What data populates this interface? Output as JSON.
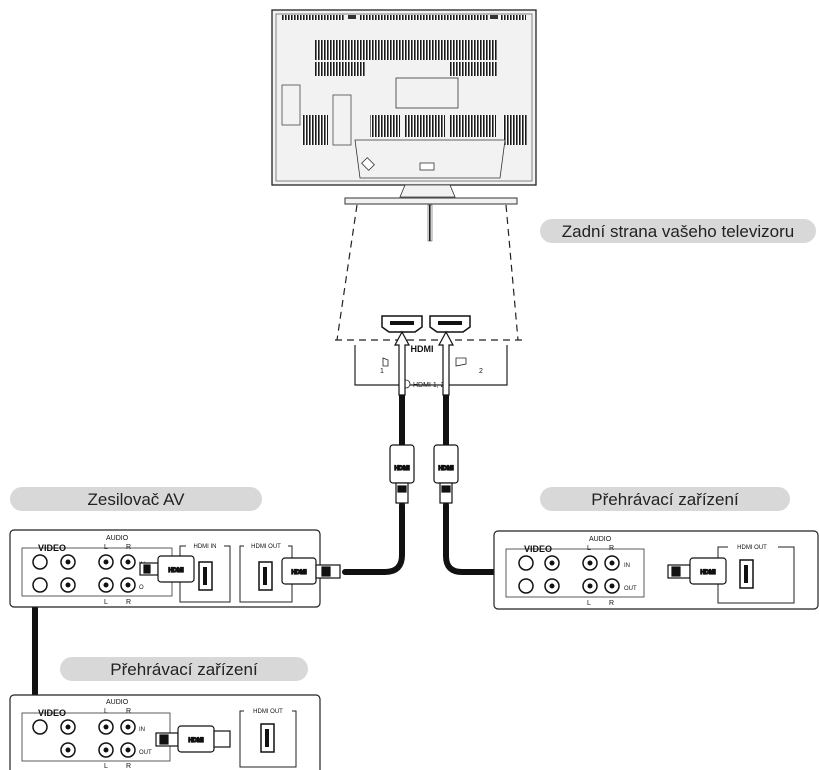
{
  "labels": {
    "tv_back": "Zadní strana vašeho televizoru",
    "av_amp": "Zesilovač AV",
    "player_right": "Přehrávací zařízení",
    "player_bottom": "Přehrávací zařízení"
  },
  "tv_panel": {
    "logo": "HDMI",
    "port1": "1",
    "port2": "2",
    "group_label": "HDMI 1, 2"
  },
  "device_panel": {
    "video": "VIDEO",
    "audio": "AUDIO",
    "l": "L",
    "r": "R",
    "in": "IN",
    "out": "OUT",
    "o": "O",
    "hdmi_in": "HDMI IN",
    "hdmi_out": "HDMI OUT",
    "plug_logo": "HDMI"
  },
  "colors": {
    "pill_fill": "#d8d8d8",
    "cable": "#111111",
    "panel_stroke": "#222222",
    "tv_fill": "#f2f2f2"
  }
}
